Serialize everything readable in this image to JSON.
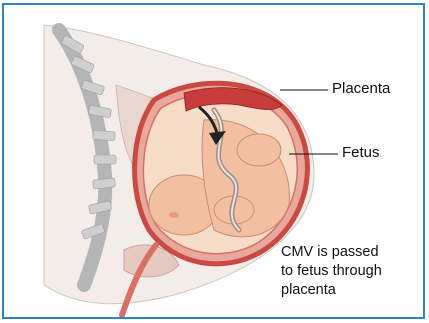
{
  "labels": {
    "placenta": "Placenta",
    "fetus": "Fetus"
  },
  "caption": {
    "line1": "CMV is passed",
    "line2": "to fetus through",
    "line3": "placenta"
  },
  "colors": {
    "border": "#2f84c3",
    "uterus": "#d9534f",
    "fetus_skin": "#f2bfa0",
    "spine": "#bdbdbd"
  }
}
